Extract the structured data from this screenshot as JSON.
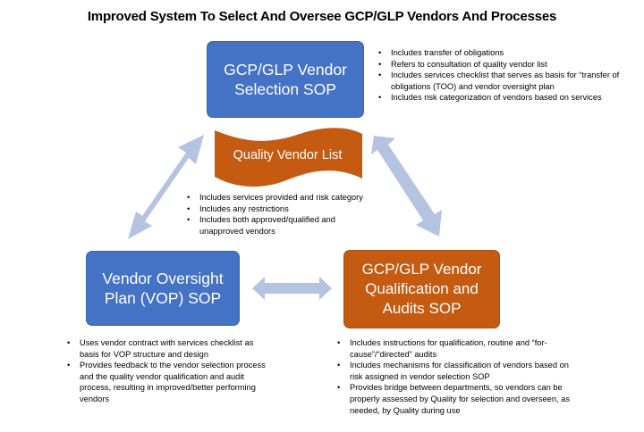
{
  "title": "Improved System To Select And Oversee GCP/GLP Vendors And Processes",
  "colors": {
    "blue_box": "#4472c4",
    "orange_box": "#c55a11",
    "arrow": "#b4c3e1",
    "text": "#000000"
  },
  "nodes": {
    "selection_sop": {
      "label": "GCP/GLP Vendor\nSelection SOP",
      "notes": [
        "Includes transfer of obligations",
        "Refers to consultation of quality vendor list",
        "Includes services checklist that serves as basis for “transfer of obligations (TOO) and vendor oversight plan",
        "Includes risk categorization of vendors based on services"
      ]
    },
    "quality_vendor_list": {
      "label": "Quality Vendor List",
      "notes": [
        "Includes services provided and risk category",
        "Includes any restrictions",
        "Includes both approved/qualified and unapproved vendors"
      ]
    },
    "vop_sop": {
      "label": "Vendor Oversight\nPlan (VOP) SOP",
      "notes": [
        "Uses vendor contract with services checklist as basis for VOP structure and design",
        "Provides feedback to the vendor selection process and the quality vendor qualification and audit process, resulting in improved/better performing vendors"
      ]
    },
    "qualification_sop": {
      "label": "GCP/GLP Vendor\nQualification and\nAudits SOP",
      "notes": [
        "Includes instructions for qualification, routine and “for-cause”/“directed” audits",
        "Includes mechanisms for classification of vendors based on risk assigned in vendor selection SOP",
        "Provides bridge between departments, so vendors can be properly assessed by Quality for selection and overseen, as needed, by Quality during use"
      ]
    }
  },
  "connections": [
    {
      "from": "selection_sop",
      "to": "vop_sop",
      "type": "bidirectional"
    },
    {
      "from": "selection_sop",
      "to": "qualification_sop",
      "type": "bidirectional"
    },
    {
      "from": "vop_sop",
      "to": "qualification_sop",
      "type": "bidirectional"
    }
  ]
}
